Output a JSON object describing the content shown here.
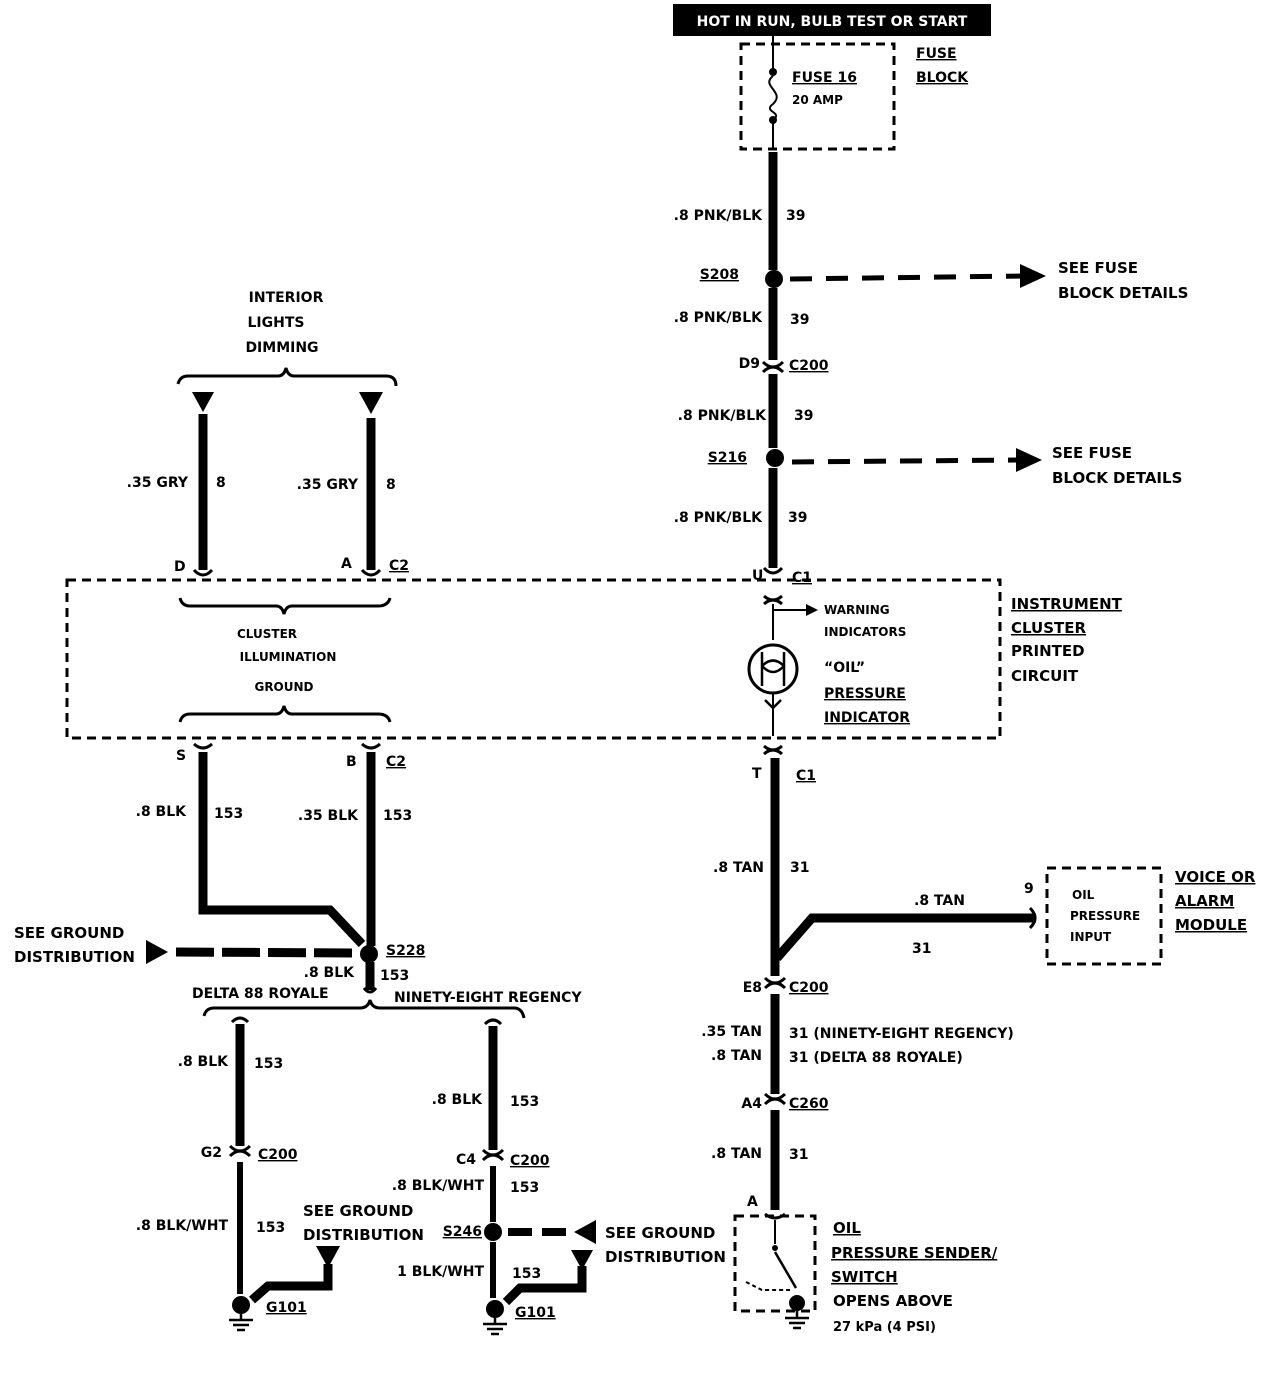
{
  "header": {
    "hot_label": "HOT IN RUN, BULB TEST OR START"
  },
  "fuse_block": {
    "label_1": "FUSE",
    "label_2": "BLOCK",
    "fuse_name": "FUSE 16",
    "fuse_rating": "20 AMP"
  },
  "interior_dimming": {
    "line1": "INTERIOR",
    "line2": "LIGHTS",
    "line3": "DIMMING"
  },
  "dimming_wires": {
    "left_size": ".35 GRY",
    "left_circuit": "8",
    "right_size": ".35 GRY",
    "right_circuit": "8",
    "pin_left": "D",
    "pin_right": "A",
    "connector": "C2"
  },
  "power_feed": {
    "wire1_size": ".8 PNK/BLK",
    "wire1_circuit": "39",
    "splice1": "S208",
    "wire2_size": ".8 PNK/BLK",
    "wire2_circuit": "39",
    "conn_pin": "D9",
    "conn_name": "C200",
    "wire3_size": ".8 PNK/BLK",
    "wire3_circuit": "39",
    "splice2": "S216",
    "wire4_size": ".8 PNK/BLK",
    "wire4_circuit": "39",
    "pin_u": "U",
    "conn_c1": "C1",
    "see_fuse_1a": "SEE FUSE",
    "see_fuse_1b": "BLOCK DETAILS",
    "see_fuse_2a": "SEE FUSE",
    "see_fuse_2b": "BLOCK DETAILS"
  },
  "cluster": {
    "illum_1": "CLUSTER",
    "illum_2": "ILLUMINATION",
    "illum_3": "GROUND",
    "name_1": "INSTRUMENT",
    "name_2": "CLUSTER",
    "name_3": "PRINTED",
    "name_4": "CIRCUIT",
    "warning_1": "WARNING",
    "warning_2": "INDICATORS",
    "oil_1": "“OIL”",
    "oil_2": "PRESSURE",
    "oil_3": "INDICATOR"
  },
  "ground_side": {
    "pin_s": "S",
    "pin_b": "B",
    "connector": "C2",
    "left_size": ".8 BLK",
    "left_circuit": "153",
    "right_size": ".35 BLK",
    "right_circuit": "153",
    "splice": "S228",
    "see_ground_a": "SEE GROUND",
    "see_ground_b": "DISTRIBUTION",
    "down_size": ".8 BLK",
    "down_circuit": "153",
    "delta": "DELTA 88 ROYALE",
    "ninety": "NINETY-EIGHT REGENCY"
  },
  "left_branch": {
    "size": ".8 BLK",
    "circuit": "153",
    "pin": "G2",
    "conn": "C200",
    "size2": ".8 BLK/WHT",
    "circuit2": "153",
    "see_ground_a": "SEE GROUND",
    "see_ground_b": "DISTRIBUTION",
    "ground": "G101"
  },
  "mid_branch": {
    "size": ".8 BLK",
    "circuit": "153",
    "pin": "C4",
    "conn": "C200",
    "size2": ".8 BLK/WHT",
    "circuit2": "153",
    "splice": "S246",
    "size3": "1 BLK/WHT",
    "circuit3": "153",
    "see_ground_a": "SEE GROUND",
    "see_ground_b": "DISTRIBUTION",
    "ground": "G101"
  },
  "signal_side": {
    "pin_t": "T",
    "conn_c1": "C1",
    "size1": ".8 TAN",
    "circuit1": "31",
    "module_size": ".8 TAN",
    "module_circuit": "31",
    "module_pin": "9",
    "module_1": "OIL",
    "module_2": "PRESSURE",
    "module_3": "INPUT",
    "voice_1": "VOICE OR",
    "voice_2": "ALARM",
    "voice_3": "MODULE",
    "pin_e8": "E8",
    "conn_e8": "C200",
    "size2a": ".35 TAN",
    "circuit2a": "31 (NINETY-EIGHT REGENCY)",
    "size2b": ".8 TAN",
    "circuit2b": "31 (DELTA 88 ROYALE)",
    "pin_a4": "A4",
    "conn_a4": "C260",
    "size3": ".8 TAN",
    "circuit3": "31",
    "pin_a": "A",
    "sender_1": "OIL",
    "sender_2": "PRESSURE SENDER/",
    "sender_3": "SWITCH",
    "sender_4": "OPENS ABOVE",
    "sender_5": "27 kPa (4 PSI)"
  }
}
